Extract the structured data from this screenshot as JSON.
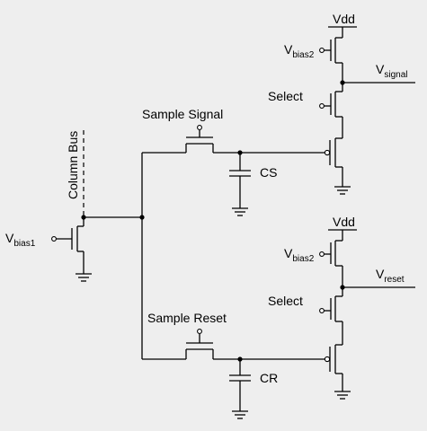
{
  "labels": {
    "vdd_top": "Vdd",
    "vbias2_top": "V",
    "vbias2_top_sub": "bias2",
    "vsignal": "V",
    "vsignal_sub": "signal",
    "select_top": "Select",
    "sample_signal": "Sample Signal",
    "cs": "CS",
    "column_bus": "Column Bus",
    "vbias1": "V",
    "vbias1_sub": "bias1",
    "vdd_bottom": "Vdd",
    "vbias2_bottom": "V",
    "vbias2_bottom_sub": "bias2",
    "vreset": "V",
    "vreset_sub": "reset",
    "select_bottom": "Select",
    "sample_reset": "Sample Reset",
    "cr": "CR"
  }
}
